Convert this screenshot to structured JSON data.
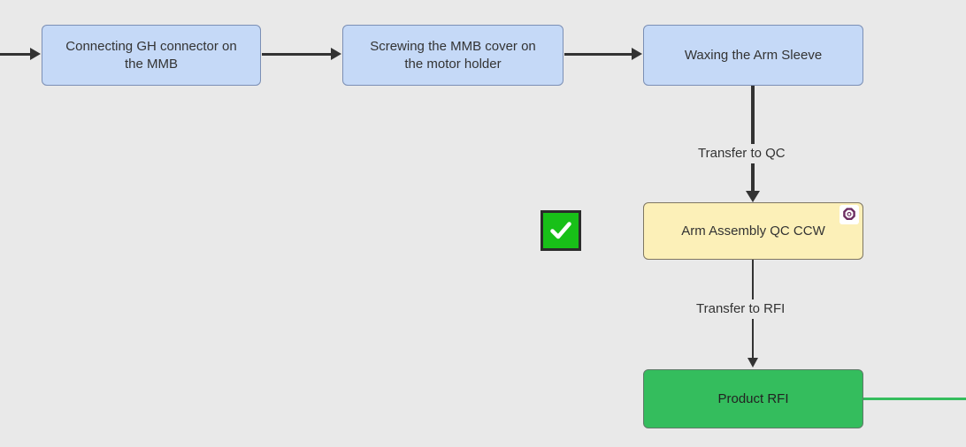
{
  "diagram": {
    "background_color": "#e9e9e9",
    "nodes": [
      {
        "id": "connecting-gh-connector",
        "label": "Connecting GH connector on\nthe MMB",
        "type": "process",
        "fill": "#c5d9f7"
      },
      {
        "id": "screwing-mmb-cover",
        "label": "Screwing the MMB cover on\nthe motor holder",
        "type": "process",
        "fill": "#c5d9f7"
      },
      {
        "id": "waxing-arm-sleeve",
        "label": "Waxing the Arm Sleeve",
        "type": "process",
        "fill": "#c5d9f7"
      },
      {
        "id": "arm-assembly-qc-ccw",
        "label": "Arm Assembly QC CCW",
        "type": "qc",
        "fill": "#fcf0b8",
        "badge": "gear-icon",
        "badge_color": "#6d2e62"
      },
      {
        "id": "product-rfi",
        "label": "Product RFI",
        "type": "rfi",
        "fill": "#34bd5d"
      }
    ],
    "edges": [
      {
        "id": "edge-incoming",
        "label": ""
      },
      {
        "id": "edge-node1-node2",
        "label": ""
      },
      {
        "id": "edge-node2-node3",
        "label": ""
      },
      {
        "id": "edge-transfer-to-qc",
        "label": "Transfer to QC"
      },
      {
        "id": "edge-transfer-to-rfi",
        "label": "Transfer to RFI"
      },
      {
        "id": "edge-rfi-outgoing",
        "label": "",
        "color": "#34bd5d"
      }
    ],
    "markers": [
      {
        "id": "completed-check",
        "icon": "check-icon",
        "fill": "#18c018",
        "border": "#2b2b2b"
      }
    ]
  }
}
